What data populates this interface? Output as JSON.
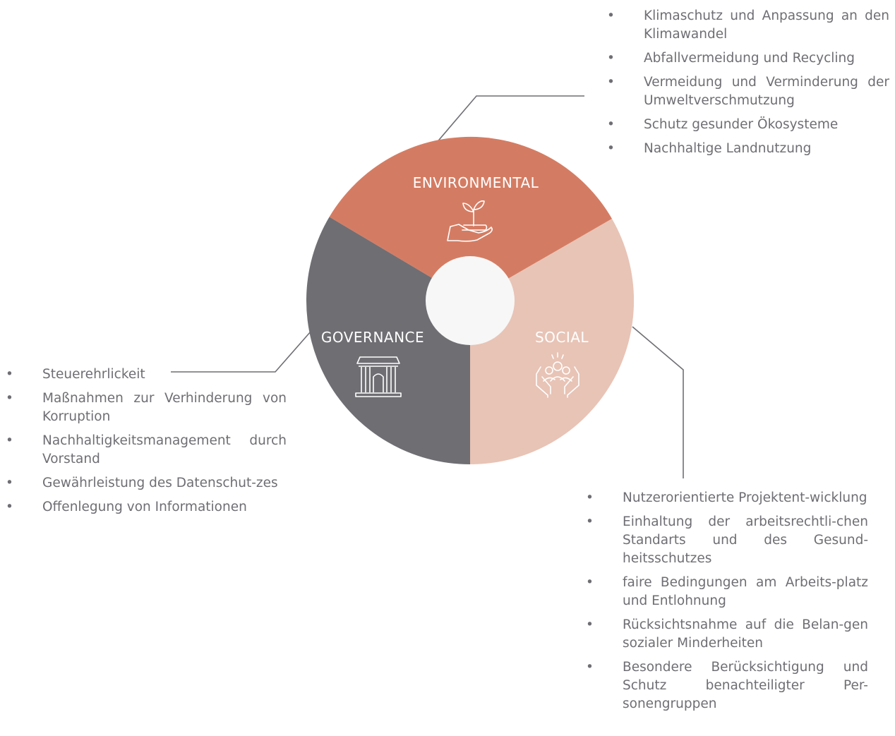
{
  "diagram": {
    "segments": {
      "environmental": {
        "label": "ENVIRONMENTAL",
        "color": "#d47c63",
        "icon": "hand-plant-icon"
      },
      "social": {
        "label": "SOCIAL",
        "color": "#e8c4b6",
        "icon": "hands-people-icon"
      },
      "governance": {
        "label": "GOVERNANCE",
        "color": "#6f6e73",
        "icon": "building-columns-icon"
      }
    },
    "center_color": "#f7f7f7",
    "leader_line_color": "#6f6e73"
  },
  "environmental_list": {
    "bullet": "•",
    "items": [
      "Klimaschutz und Anpassung an den Klimawandel",
      "Abfallvermeidung und Recycling",
      "Vermeidung und Verminderung der Umweltverschmutzung",
      "Schutz gesunder Ökosysteme",
      "Nachhaltige Landnutzung"
    ]
  },
  "governance_list": {
    "bullet": "•",
    "items": [
      "Steuerehrlickeit",
      "Maßnahmen zur Verhinderung von Korruption",
      "Nachhaltigkeitsmanagement durch Vorstand",
      "Gewährleistung des Datenschut-zes",
      "Offenlegung von Informationen"
    ]
  },
  "social_list": {
    "bullet": "•",
    "items": [
      "Nutzerorientierte Projektent-wicklung",
      "Einhaltung der arbeitsrechtli-chen Standarts und des Gesund-heitsschutzes",
      "faire Bedingungen am Arbeits-platz und Entlohnung",
      "Rücksichtsnahme auf die Belan-gen sozialer Minderheiten",
      "Besondere Berücksichtigung und Schutz benachteiligter Per-sonengruppen"
    ]
  }
}
